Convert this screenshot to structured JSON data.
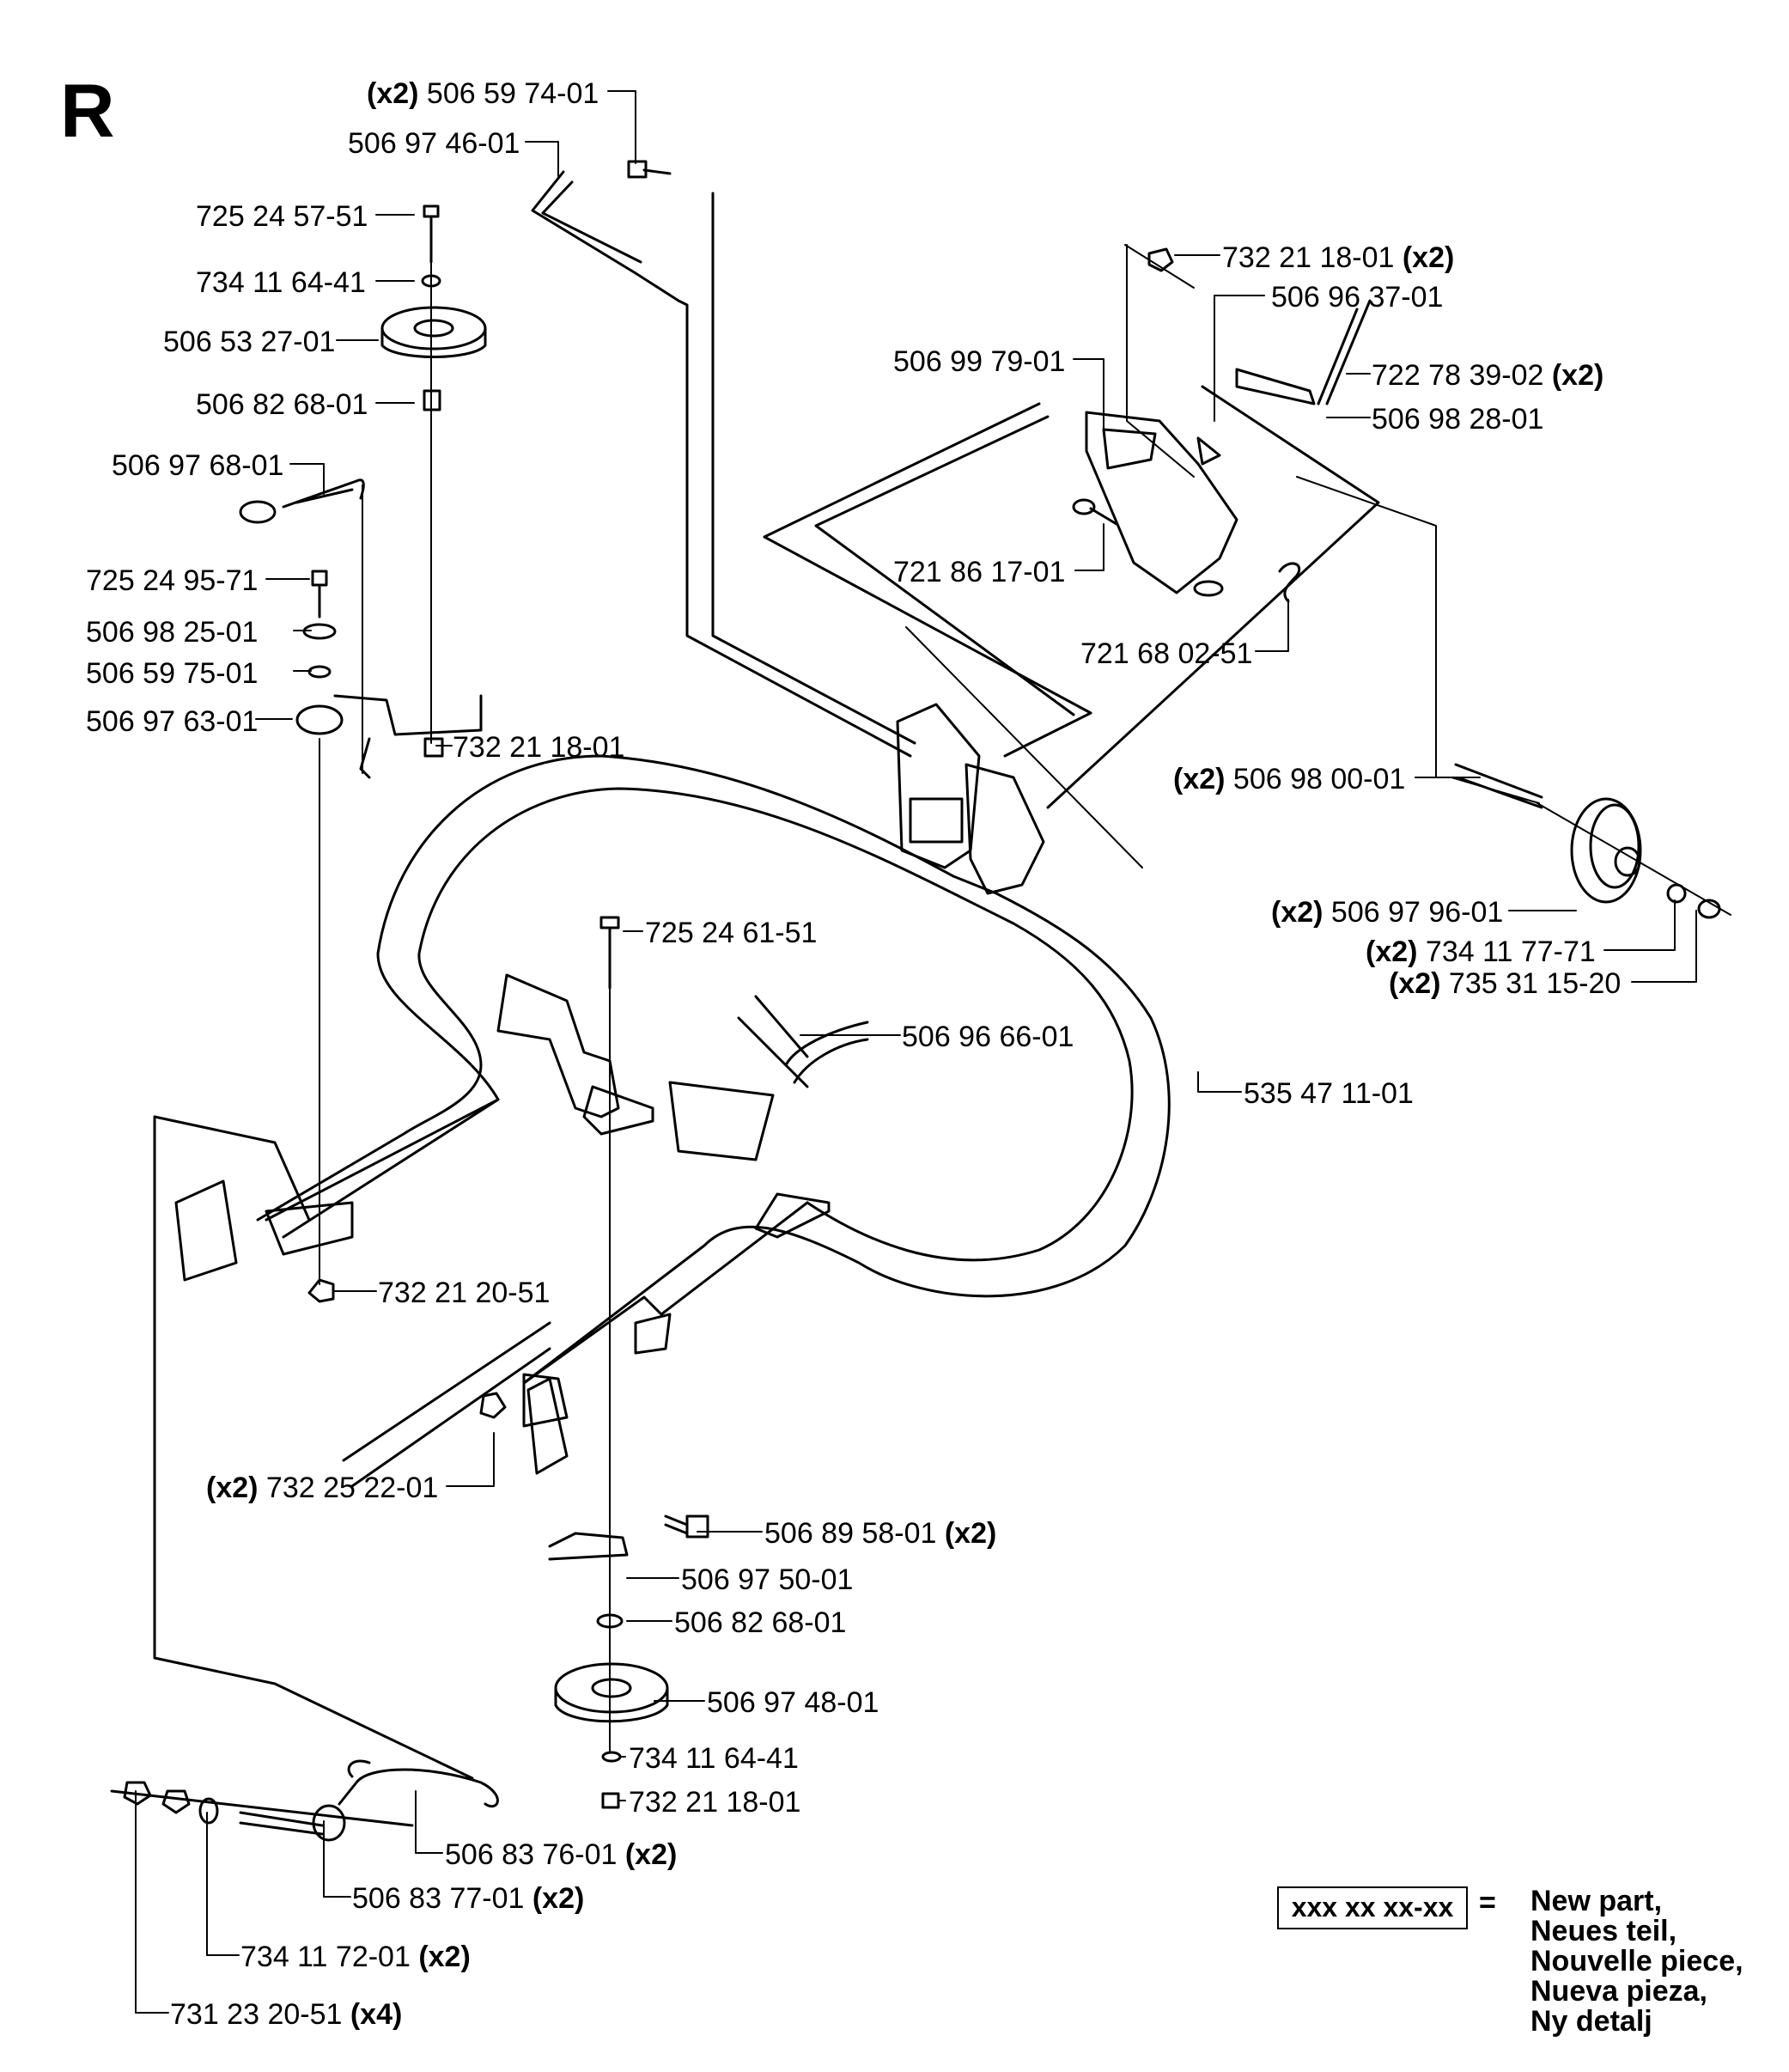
{
  "section": {
    "letter": "R"
  },
  "labels": [
    {
      "id": "l1",
      "pre": "(x2)",
      "num": "506 59 74-01",
      "post": ""
    },
    {
      "id": "l2",
      "pre": "",
      "num": "506 97 46-01",
      "post": ""
    },
    {
      "id": "l3",
      "pre": "",
      "num": "725 24 57-51",
      "post": ""
    },
    {
      "id": "l4",
      "pre": "",
      "num": "734 11 64-41",
      "post": ""
    },
    {
      "id": "l5",
      "pre": "",
      "num": "506 53 27-01",
      "post": ""
    },
    {
      "id": "l6",
      "pre": "",
      "num": "506 82 68-01",
      "post": ""
    },
    {
      "id": "l7",
      "pre": "",
      "num": "506 97 68-01",
      "post": ""
    },
    {
      "id": "l8",
      "pre": "",
      "num": "725 24 95-71",
      "post": ""
    },
    {
      "id": "l9",
      "pre": "",
      "num": "506 98 25-01",
      "post": ""
    },
    {
      "id": "l10",
      "pre": "",
      "num": "506 59 75-01",
      "post": ""
    },
    {
      "id": "l11",
      "pre": "",
      "num": "506 97 63-01",
      "post": ""
    },
    {
      "id": "l12",
      "pre": "",
      "num": "732 21 18-01",
      "post": ""
    },
    {
      "id": "l13",
      "pre": "",
      "num": "732 21 18-01",
      "post": "(x2)"
    },
    {
      "id": "l14",
      "pre": "",
      "num": "506 96 37-01",
      "post": ""
    },
    {
      "id": "l15",
      "pre": "",
      "num": "722 78 39-02",
      "post": "(x2)"
    },
    {
      "id": "l16",
      "pre": "",
      "num": "506 99 79-01",
      "post": ""
    },
    {
      "id": "l17",
      "pre": "",
      "num": "506 98 28-01",
      "post": ""
    },
    {
      "id": "l18",
      "pre": "",
      "num": "721 86 17-01",
      "post": ""
    },
    {
      "id": "l19",
      "pre": "",
      "num": "721 68 02-51",
      "post": ""
    },
    {
      "id": "l20",
      "pre": "(x2)",
      "num": "506 98 00-01",
      "post": ""
    },
    {
      "id": "l21",
      "pre": "(x2)",
      "num": "506 97 96-01",
      "post": ""
    },
    {
      "id": "l22",
      "pre": "(x2)",
      "num": "734 11 77-71",
      "post": ""
    },
    {
      "id": "l23",
      "pre": "(x2)",
      "num": "735 31 15-20",
      "post": ""
    },
    {
      "id": "l24",
      "pre": "",
      "num": "725 24 61-51",
      "post": ""
    },
    {
      "id": "l25",
      "pre": "",
      "num": "506 96 66-01",
      "post": ""
    },
    {
      "id": "l26",
      "pre": "",
      "num": "535 47 11-01",
      "post": ""
    },
    {
      "id": "l27",
      "pre": "",
      "num": "732 21 20-51",
      "post": ""
    },
    {
      "id": "l28",
      "pre": "(x2)",
      "num": "732 25 22-01",
      "post": ""
    },
    {
      "id": "l29",
      "pre": "",
      "num": "506 89 58-01",
      "post": "(x2)"
    },
    {
      "id": "l30",
      "pre": "",
      "num": "506 97 50-01",
      "post": ""
    },
    {
      "id": "l31",
      "pre": "",
      "num": "506 82 68-01",
      "post": ""
    },
    {
      "id": "l32",
      "pre": "",
      "num": "506 97 48-01",
      "post": ""
    },
    {
      "id": "l33",
      "pre": "",
      "num": "734 11 64-41",
      "post": ""
    },
    {
      "id": "l34",
      "pre": "",
      "num": "732 21 18-01",
      "post": ""
    },
    {
      "id": "l35",
      "pre": "",
      "num": "506 83 76-01",
      "post": "(x2)"
    },
    {
      "id": "l36",
      "pre": "",
      "num": "506 83 77-01",
      "post": "(x2)"
    },
    {
      "id": "l37",
      "pre": "",
      "num": "734 11 72-01",
      "post": "(x2)"
    },
    {
      "id": "l38",
      "pre": "",
      "num": "731 23 20-51",
      "post": "(x4)"
    }
  ],
  "legend": {
    "box": "xxx xx xx-xx",
    "equals": "=",
    "lines": [
      "New part,",
      "Neues teil,",
      "Nouvelle piece,",
      "Nueva pieza,",
      "Ny detalj"
    ]
  }
}
